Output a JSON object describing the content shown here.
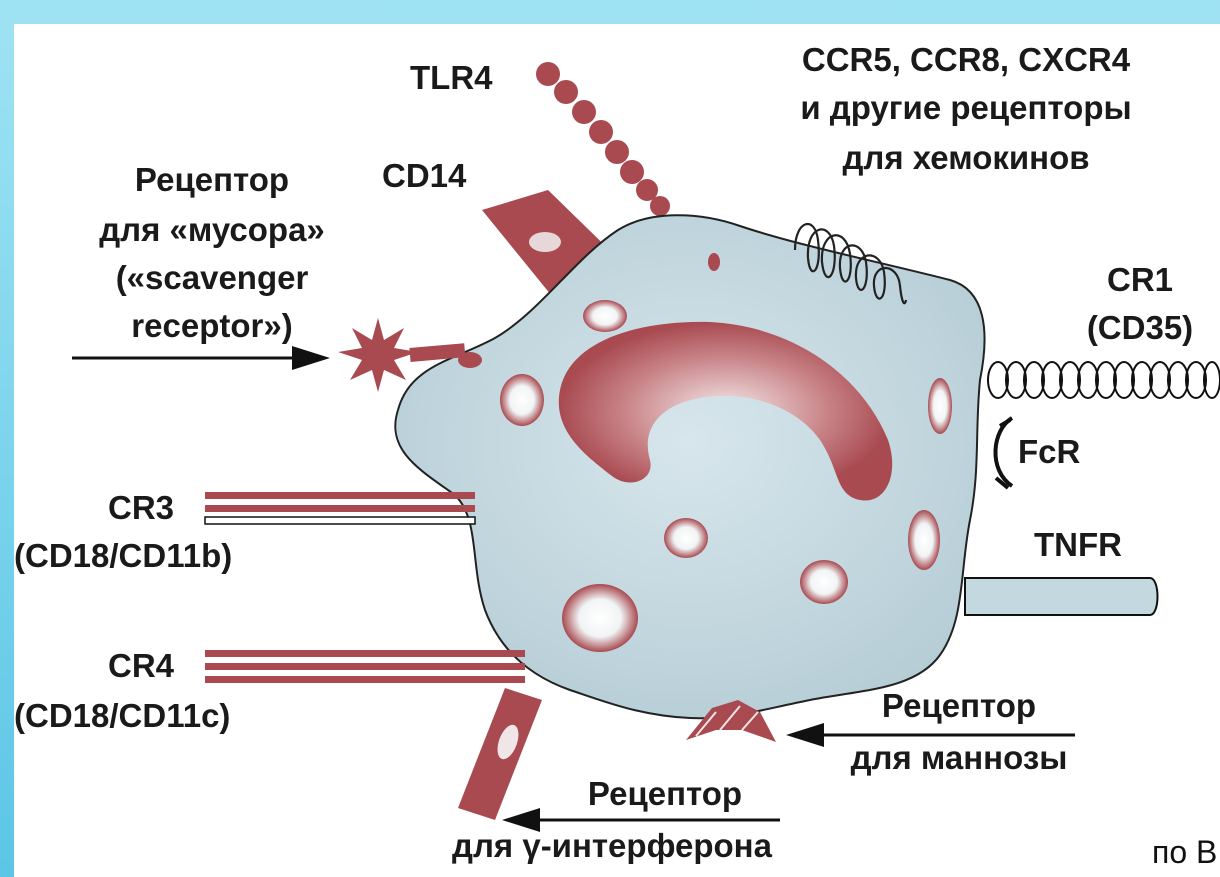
{
  "diagram": {
    "labels": {
      "tlr4": "TLR4",
      "chemokine": [
        "CCR5, CCR8, CXCR4",
        "и другие рецепторы",
        "для хемокинов"
      ],
      "cd14": "CD14",
      "scavenger": [
        "Рецептор",
        "для «мусора»",
        "(«scavenger",
        "receptor»)"
      ],
      "cr1": [
        "CR1",
        "(CD35)"
      ],
      "fcr": "FcR",
      "tnfr": "TNFR",
      "cr3": [
        "CR3",
        "(CD18/CD11b)"
      ],
      "cr4": [
        "CR4",
        "(CD18/CD11c)"
      ],
      "mannose": [
        "Рецептор",
        "для маннозы"
      ],
      "ifn": [
        "Рецептор",
        "для  γ-интерферона"
      ]
    },
    "credit": "по В"
  },
  "colors": {
    "frame": "#5ec8e8",
    "cell": "#c4d8e0",
    "receptor": "#a84a50",
    "text": "#1a1a1a"
  }
}
